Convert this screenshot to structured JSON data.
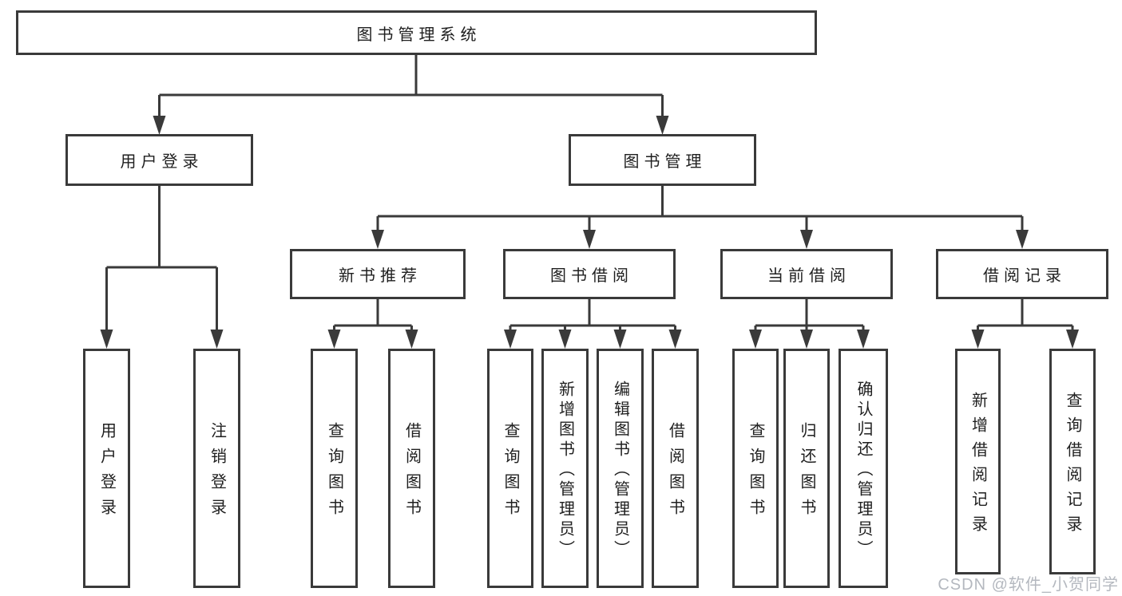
{
  "diagram": {
    "root": "图书管理系统",
    "level2": [
      "用户登录",
      "图书管理"
    ],
    "level3": [
      "新书推荐",
      "图书借阅",
      "当前借阅",
      "借阅记录"
    ],
    "user_login_children": [
      "用户登录",
      "注销登录"
    ],
    "new_book_children": [
      "查询图书",
      "借阅图书"
    ],
    "book_borrow_children": [
      "查询图书",
      "新增图书（管理员）",
      "编辑图书（管理员）",
      "借阅图书"
    ],
    "current_borrow_children": [
      "查询图书",
      "归还图书",
      "确认归还（管理员）"
    ],
    "borrow_record_children": [
      "新增借阅记录",
      "查询借阅记录"
    ]
  },
  "watermark": "CSDN @软件_小贺同学",
  "colors": {
    "line": "#3a3a3a",
    "text": "#1f1f1f",
    "background": "#ffffff",
    "watermark": "#b4b8bf"
  }
}
